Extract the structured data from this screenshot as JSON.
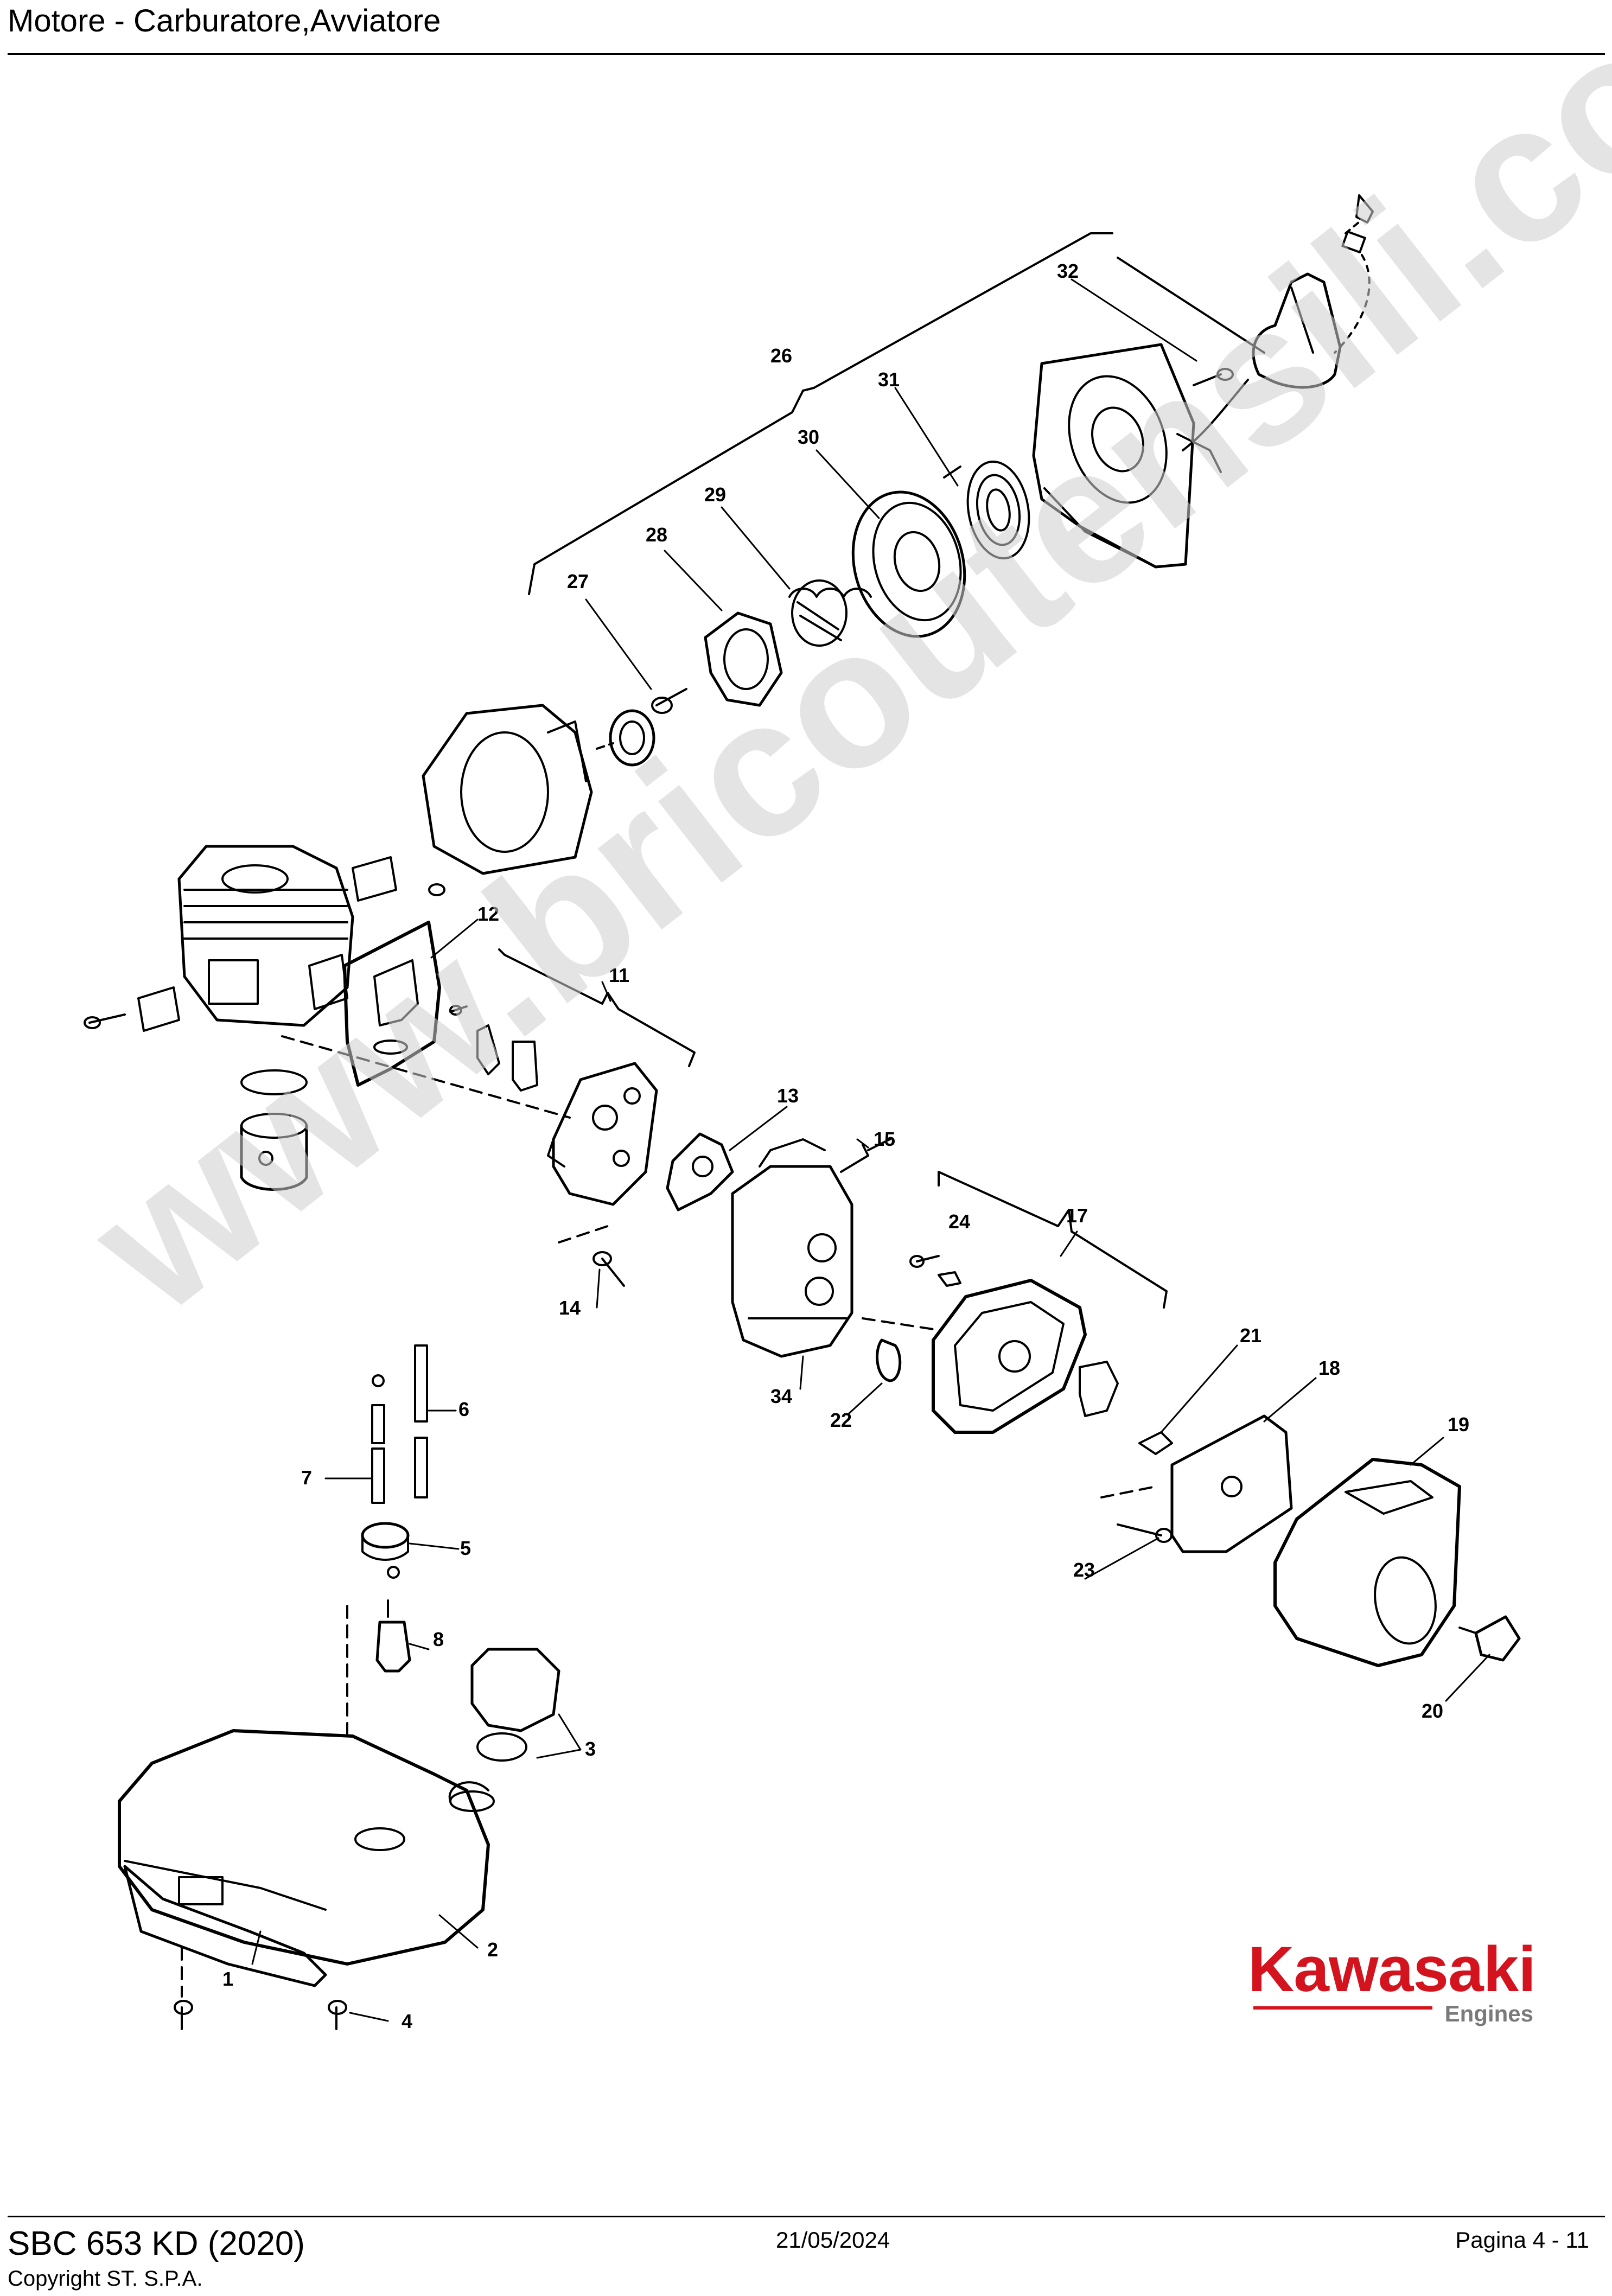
{
  "header": {
    "title": "Motore - Carburatore,Avviatore"
  },
  "footer": {
    "model": "SBC 653 KD (2020)",
    "copyright": "Copyright ST. S.P.A.",
    "date": "21/05/2024",
    "page": "Pagina 4 - 11"
  },
  "brand": {
    "name": "Kawasaki",
    "sub": "Engines"
  },
  "watermark": {
    "text": "www.bricoutensili.com"
  },
  "callouts": {
    "c1": "1",
    "c2": "2",
    "c3": "3",
    "c4": "4",
    "c5": "5",
    "c6": "6",
    "c7": "7",
    "c8": "8",
    "c11": "11",
    "c12": "12",
    "c13": "13",
    "c14": "14",
    "c15": "15",
    "c17": "17",
    "c18": "18",
    "c19": "19",
    "c20": "20",
    "c21": "21",
    "c22": "22",
    "c23": "23",
    "c24": "24",
    "c26": "26",
    "c27": "27",
    "c28": "28",
    "c29": "29",
    "c30": "30",
    "c31": "31",
    "c32": "32",
    "c34": "34"
  },
  "colors": {
    "brand_red": "#d3141e",
    "watermark_gray": "#cfcfcf",
    "line": "#000000"
  }
}
